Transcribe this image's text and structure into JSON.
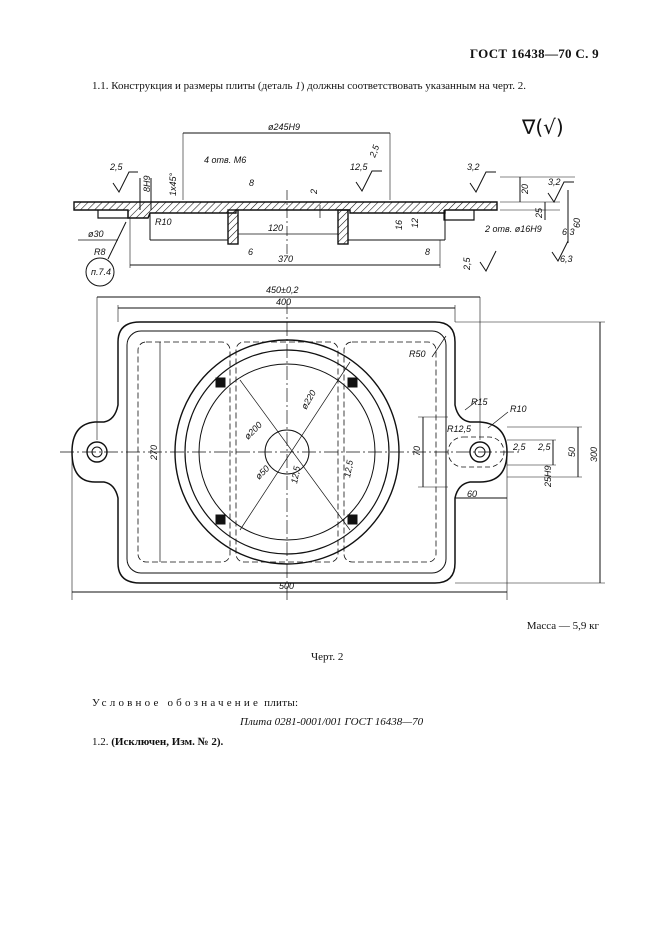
{
  "header": {
    "standard": "ГОСТ 16438—70 С. 9"
  },
  "clause_1_1": {
    "number": "1.1.",
    "text_before": "Конструкция и размеры плиты (деталь ",
    "part": "1",
    "text_after": ") должны соответствовать указанным на черт. 2."
  },
  "drawing": {
    "roughness_symbol": "∇(√)",
    "section_labels": {
      "d245": "ø245H9",
      "holes_m6": "4 отв. М6",
      "r_2_5a": "2,5",
      "r_2_5b": "2,5",
      "r_12_5": "12,5",
      "r_3_2a": "3,2",
      "r_3_2b": "3,2",
      "r_6_3a": "6,3",
      "r_6_3b": "6,3",
      "r_2_5c": "2,5",
      "h8h9": "8H9",
      "depth": "1х45°",
      "n8a": "8",
      "n2": "2",
      "n20": "20",
      "n25": "25",
      "n60": "60",
      "n12": "12",
      "n16": "16",
      "r10": "R10",
      "d30": "ø30",
      "n120": "120",
      "n6": "6",
      "n370": "370",
      "n8b": "8",
      "r8": "R8",
      "holes_16": "2 отв. ø16H9",
      "callout": "п.7.4"
    },
    "plan_labels": {
      "n450": "450±0,2",
      "n400": "400",
      "r50": "R50",
      "r15": "R15",
      "r10": "R10",
      "r12_5": "R12,5",
      "d220": "ø220",
      "d200": "ø200",
      "d50": "ø50",
      "n12_5a": "12,5",
      "n12_5b": "12,5",
      "n270": "270",
      "n70": "70",
      "n2_5a": "2,5",
      "n2_5b": "2,5",
      "n50": "50",
      "n300": "300",
      "n25h9": "25H9",
      "n60": "60",
      "n500": "500"
    }
  },
  "mass": "Масса — 5,9 кг",
  "figure_caption": "Черт. 2",
  "designation": {
    "label": "Условное обозначение",
    "label_tail": " плиты:",
    "example": "Плита 0281-0001/001 ГОСТ 16438—70"
  },
  "clause_1_2": {
    "number": "1.2.",
    "text": "(Исключен, Изм. № 2)."
  }
}
